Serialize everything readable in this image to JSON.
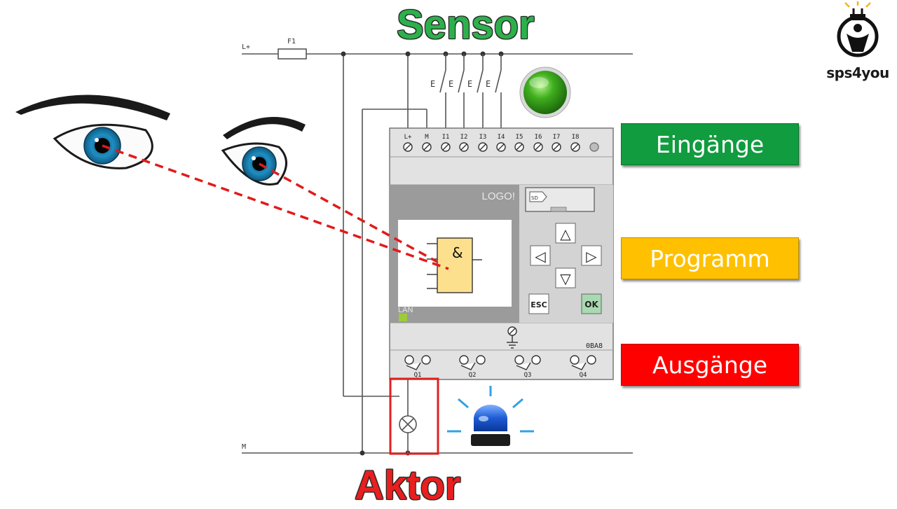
{
  "titles": {
    "sensor": "Sensor",
    "aktor": "Aktor"
  },
  "boxes": {
    "eingaenge": "Eingänge",
    "programm": "Programm",
    "ausgaenge": "Ausgänge"
  },
  "brand": {
    "name": "sps4you"
  },
  "circuit": {
    "supply_label": "L+",
    "fuse_label": "F1",
    "ground_label": "M",
    "switch_labels": [
      "E",
      "E",
      "E",
      "E"
    ]
  },
  "plc": {
    "name": "LOGO!",
    "model": "0BA8",
    "lan_label": "LAN",
    "sd_label": "SD",
    "input_terminals": [
      "L+",
      "M",
      "I1",
      "I2",
      "I3",
      "I4",
      "I5",
      "I6",
      "I7",
      "I8"
    ],
    "output_terminals": [
      "Q1",
      "Q2",
      "Q3",
      "Q4"
    ],
    "gate_symbol": "&",
    "keys": {
      "up": "△",
      "down": "▽",
      "left": "◁",
      "right": "▷",
      "esc": "ESC",
      "ok": "OK"
    }
  },
  "colors": {
    "sensor": "#2db04c",
    "aktor": "#e81f1f",
    "eingaenge": "#109c3f",
    "programm": "#ffc000",
    "ausgaenge": "#ff0000",
    "sight_line": "#e01b1b",
    "gate_fill": "#fde08e",
    "lamp_green": "#2f9e1a",
    "beacon_blue": "#1e5bd6"
  }
}
